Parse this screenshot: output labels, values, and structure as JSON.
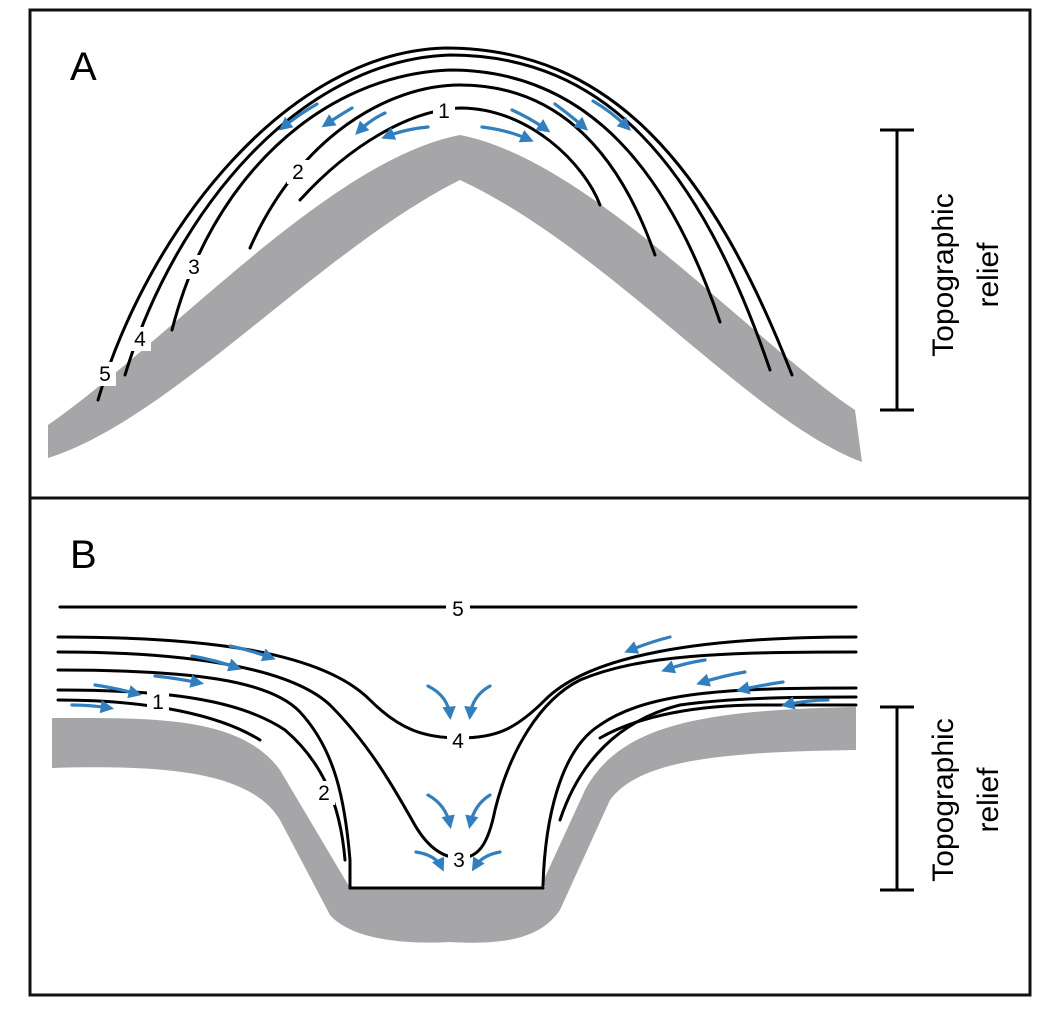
{
  "colors": {
    "bedrock": "#a6a6a8",
    "flow_arrow": "#2f7fc1",
    "line": "#000000",
    "background": "#ffffff"
  },
  "panel_a": {
    "letter": "A",
    "surface_labels": [
      "1",
      "2",
      "3",
      "4",
      "5"
    ],
    "relief_label_line1": "Topographic",
    "relief_label_line2": "relief"
  },
  "panel_b": {
    "letter": "B",
    "surface_labels": [
      "1",
      "2",
      "3",
      "4",
      "5"
    ],
    "relief_label_line1": "Topographic",
    "relief_label_line2": "relief"
  }
}
